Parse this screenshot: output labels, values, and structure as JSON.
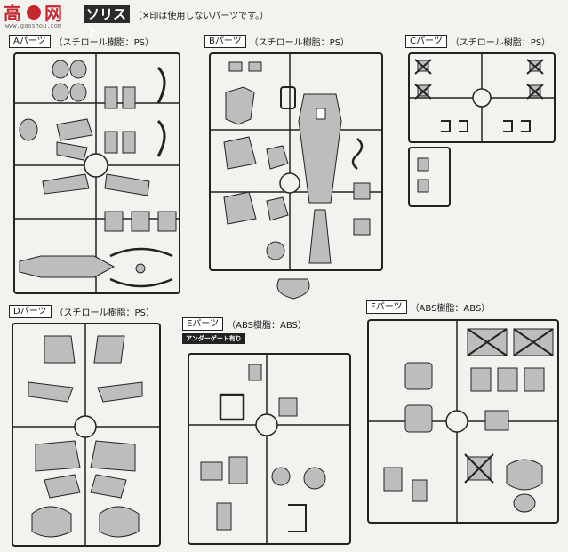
{
  "header": {
    "logo_text": "高",
    "logo_suffix": "网",
    "logo_url": "www.gaoshou.com",
    "title": "ソリスト",
    "note": "（✕印は使用しないパーツです。）"
  },
  "runners": [
    {
      "tag": "Aパーツ",
      "material": "（スチロール樹脂：PS）",
      "letter": "A"
    },
    {
      "tag": "Bパーツ",
      "material": "（スチロール樹脂：PS）",
      "letter": "B"
    },
    {
      "tag": "Cパーツ",
      "material": "（スチロール樹脂：PS）",
      "letter": "C"
    },
    {
      "tag": "Dパーツ",
      "material": "（スチロール樹脂：PS）",
      "letter": "D"
    },
    {
      "tag": "Eパーツ",
      "material": "（ABS樹脂：ABS）",
      "letter": "E",
      "ribbon": "アンダーゲート有り"
    },
    {
      "tag": "Fパーツ",
      "material": "（ABS樹脂：ABS）",
      "letter": "F"
    }
  ],
  "colors": {
    "frame": "#222222",
    "part_fill": "#bdbdbd",
    "background": "#f3f2ef",
    "logo_red": "#c6262e"
  }
}
